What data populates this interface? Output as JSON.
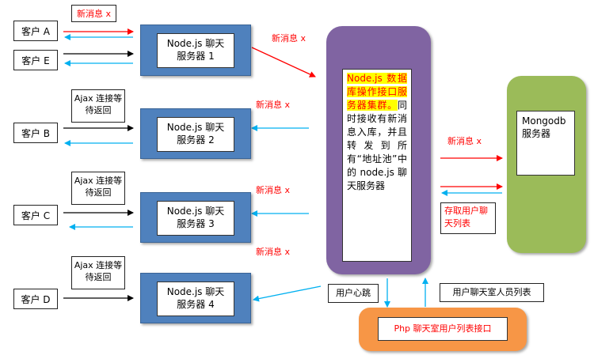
{
  "clients": {
    "a": "客户 A",
    "e": "客户 E",
    "b": "客户 B",
    "c": "客户 C",
    "d": "客户 D"
  },
  "servers": {
    "s1": "Node.js 聊天服务器 1",
    "s2": "Node.js 聊天服务器 2",
    "s3": "Node.js 聊天服务器 3",
    "s4": "Node.js 聊天服务器 4"
  },
  "ajax_wait": "Ajax 连接等待返回",
  "new_message": "新消息 x",
  "cluster": {
    "highlight": "Node.js 数据库操作接口服务器集群。",
    "body": "同时接收有新消息入库，并且转发到所有“地址池”中的 node.js 聊天服务器"
  },
  "mongodb": "Mongodb 服务器",
  "store_fetch_users": "存取用户聊天列表",
  "heartbeat": "用户心跳",
  "room_user_list": "用户聊天室人员列表",
  "php_interface": "Php 聊天室用户列表接口",
  "colors": {
    "server_blue": "#4f81bd",
    "cluster_purple": "#8064a2",
    "mongo_green": "#9bbb59",
    "php_orange": "#f79646",
    "red_arrow": "#ff0000",
    "blue_arrow": "#00b0f0",
    "highlight_yellow": "#ffff00"
  }
}
